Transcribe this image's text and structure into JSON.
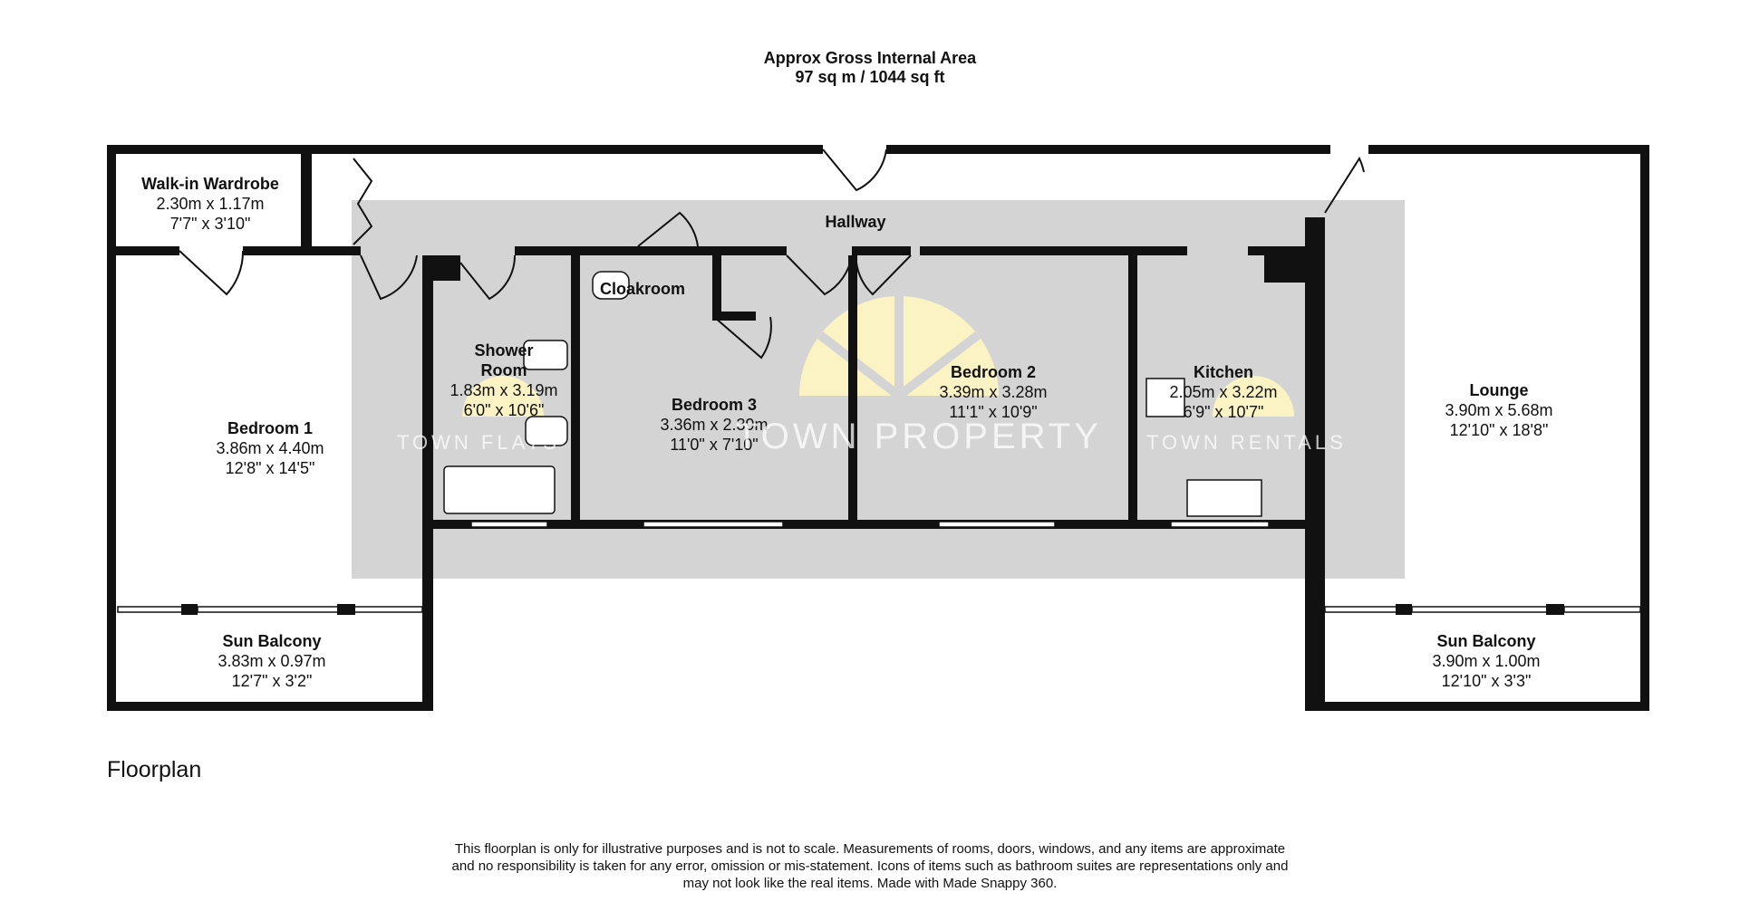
{
  "header": {
    "title": "Approx Gross Internal Area",
    "area": "97 sq m / 1044 sq ft"
  },
  "rooms": [
    {
      "name": "Walk-in Wardrobe",
      "metric": "2.30m x 1.17m",
      "imperial": "7'7\" x 3'10\""
    },
    {
      "name": "Hallway"
    },
    {
      "name": "Cloakroom"
    },
    {
      "name": "Shower Room",
      "metric": "1.83m x 3.19m",
      "imperial": "6'0\" x 10'6\""
    },
    {
      "name": "Bedroom 1",
      "metric": "3.86m x 4.40m",
      "imperial": "12'8\" x 14'5\""
    },
    {
      "name": "Bedroom 3",
      "metric": "3.36m x 2.39m",
      "imperial": "11'0\" x 7'10\""
    },
    {
      "name": "Bedroom 2",
      "metric": "3.39m x 3.28m",
      "imperial": "11'1\" x 10'9\""
    },
    {
      "name": "Kitchen",
      "metric": "2.05m x 3.22m",
      "imperial": "6'9\" x 10'7\""
    },
    {
      "name": "Lounge",
      "metric": "3.90m x 5.68m",
      "imperial": "12'10\" x 18'8\""
    },
    {
      "name": "Sun Balcony",
      "metric": "3.83m x 0.97m",
      "imperial": "12'7\" x 3'2\""
    },
    {
      "name": "Sun Balcony",
      "metric": "3.90m x 1.00m",
      "imperial": "12'10\" x 3'3\""
    }
  ],
  "watermark": {
    "left": "TOWN FLATS",
    "center": "TOWN PROPERTY",
    "right": "TOWN RENTALS"
  },
  "caption": "Floorplan",
  "disclaimer": [
    "This floorplan is only for illustrative purposes and is not to scale. Measurements of rooms, doors, windows, and any items are approximate",
    "and no responsibility is taken for any error, omission or mis-statement. Icons of items such as bathroom suites are representations only and",
    "may not look like the real items. Made with Made Snappy 360."
  ],
  "colors": {
    "wall": "#111111",
    "watermark_band": "#d3d3d3",
    "logo_yellow": "#fbf3c4"
  }
}
